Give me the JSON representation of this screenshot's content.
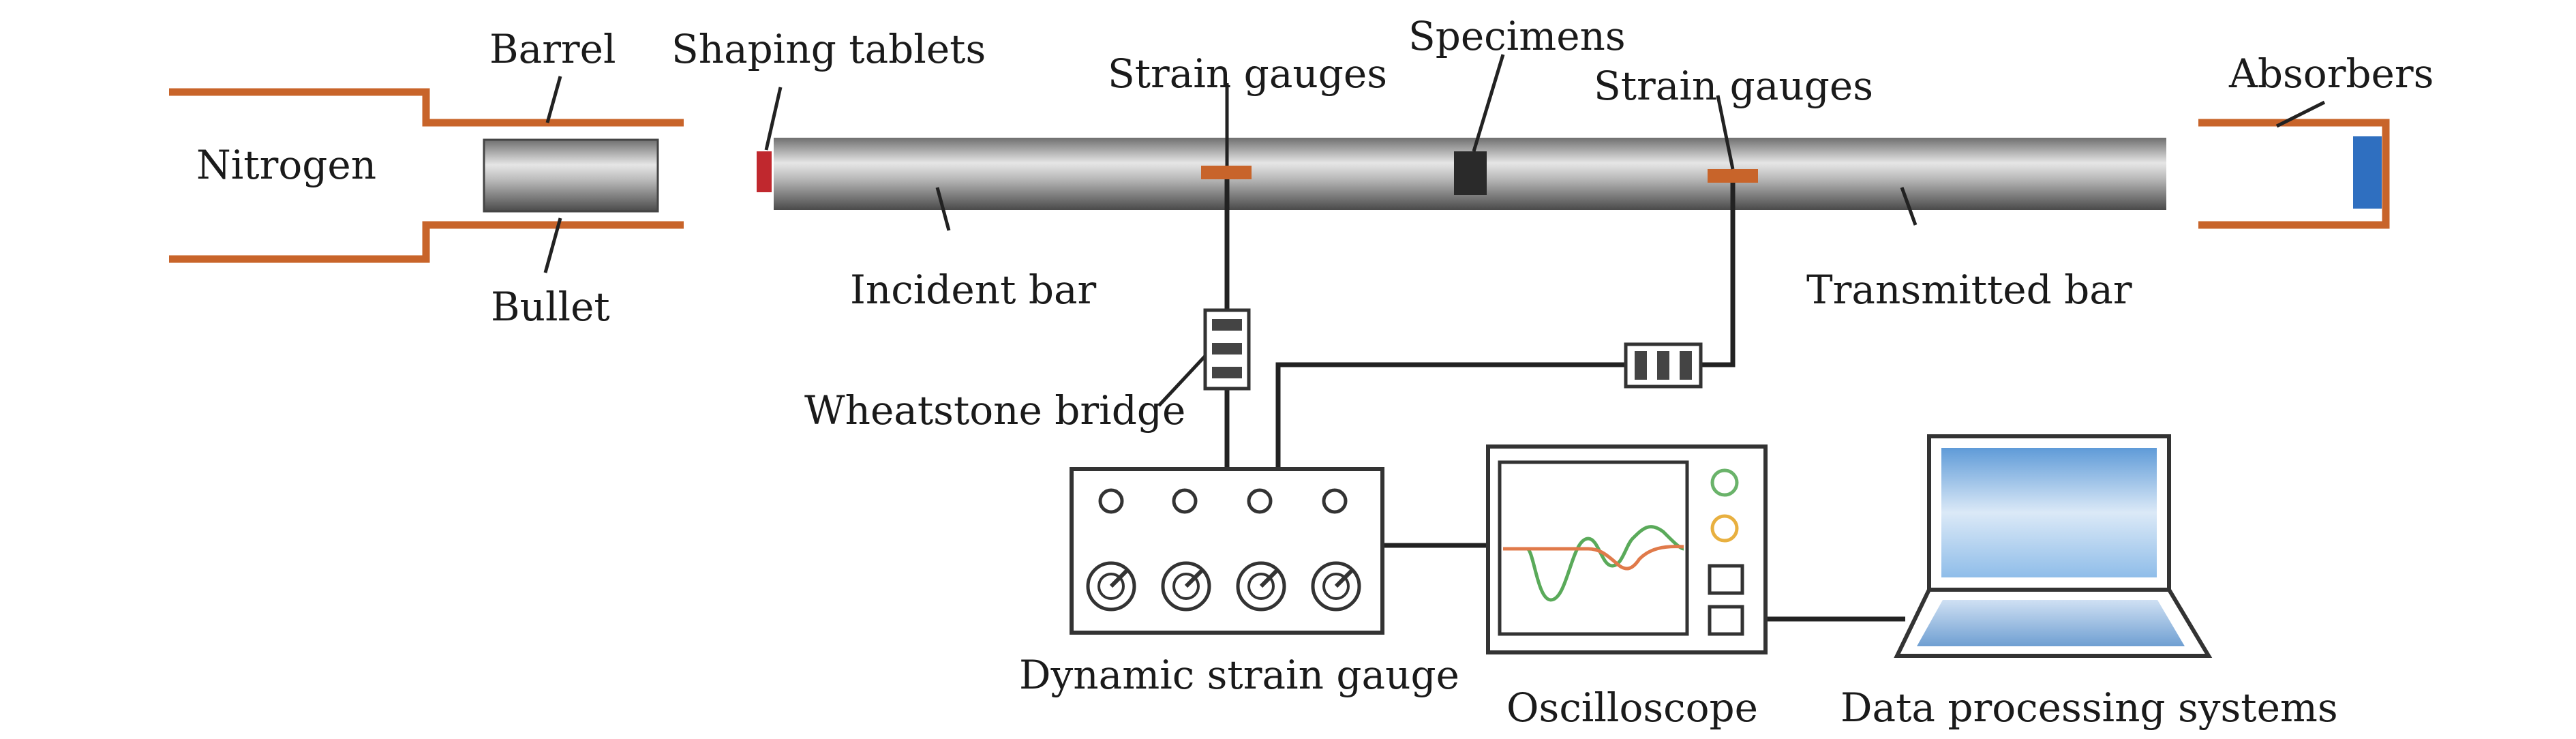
{
  "labels": {
    "barrel": "Barrel",
    "shaping_tablets": "Shaping tablets",
    "strain_gauges_incident": "Strain gauges",
    "specimens": "Specimens",
    "strain_gauges_transmitted": "Strain gauges",
    "absorbers": "Absorbers",
    "nitrogen": "Nitrogen",
    "bullet": "Bullet",
    "incident_bar": "Incident bar",
    "transmitted_bar": "Transmitted bar",
    "wheatstone_bridge": "Wheatstone bridge",
    "dynamic_strain_gauge": "Dynamic strain gauge",
    "oscilloscope": "Oscilloscope",
    "data_processing_systems": "Data processing systems"
  },
  "colors": {
    "barrel": "#c8642a",
    "shaping_tablet": "#c0282e",
    "strain_gauge": "#c8642a",
    "specimen": "#2a2a2a",
    "absorber_block": "#2f6fc0",
    "signal_green": "#5aaa5a",
    "signal_orange": "#e07a4a",
    "knob_green": "#6ab36a",
    "knob_yellow": "#e8b040",
    "screen_blue": "#5f9bd8"
  }
}
